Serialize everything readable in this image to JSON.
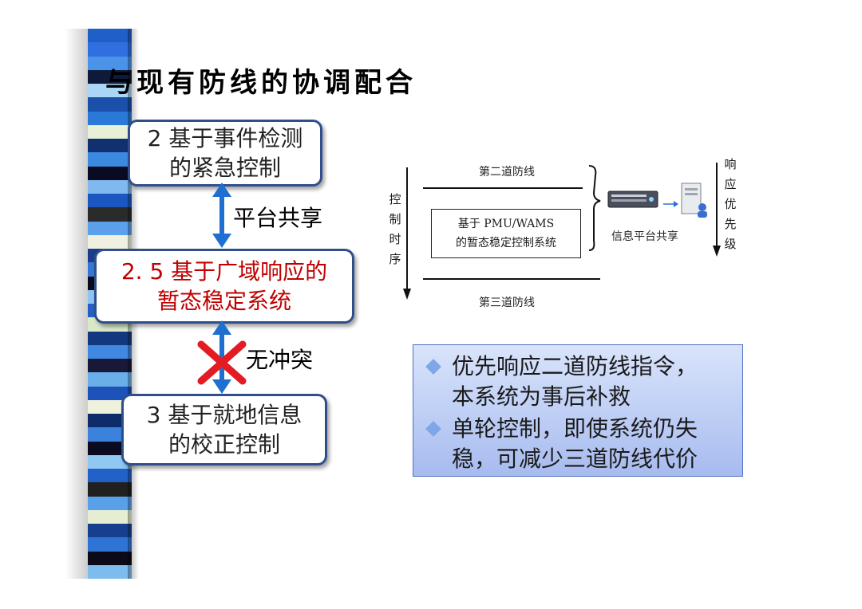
{
  "title": "与现有防线的协调配合",
  "stripe_colors": [
    "#1f5fc8",
    "#2f6fe0",
    "#4a93e8",
    "#0f1a3a",
    "#a9d6f5",
    "#1a4faa",
    "#2a78d8",
    "#e8f0d8",
    "#103070",
    "#3c8ae0",
    "#0a0a22",
    "#7fb9ee",
    "#1c56c0",
    "#2b2b2b",
    "#5aa0ea",
    "#f0f0e0",
    "#1a3c8a",
    "#3278d4",
    "#0a0a1a",
    "#8cc4f2",
    "#245fc4",
    "#d8e8c8",
    "#143880",
    "#4088e0",
    "#181838",
    "#6aaeea",
    "#1d52b8",
    "#eef2dc",
    "#0f2c6a",
    "#3a82dc",
    "#0a0a20",
    "#90c8f2",
    "#2262c8",
    "#202020",
    "#58a0e8",
    "#e6eed2",
    "#16408e",
    "#2f74d4",
    "#0a0a18",
    "#7cbcee"
  ],
  "boxes": {
    "event": {
      "line1": "2 基于事件检测",
      "line2": "的紧急控制"
    },
    "wide": {
      "prefix": "2. 5",
      "line1": " 基于广域响应的",
      "line2": "暂态稳定系统"
    },
    "local": {
      "line1": "3 基于就地信息",
      "line2": "的校正控制"
    }
  },
  "labels": {
    "platform_share": "平台共享",
    "no_conflict": "无冲突"
  },
  "diagram": {
    "second_line": "第二道防线",
    "third_line": "第三道防线",
    "system_line1": "基于 PMU/WAMS",
    "system_line2": "的暂态稳定控制系统",
    "platform": "信息平台共享",
    "control_timing": [
      "控",
      "制",
      "时",
      "序"
    ],
    "response_priority": [
      "响",
      "应",
      "优",
      "先",
      "级"
    ]
  },
  "bullets": [
    {
      "line1": "优先响应二道防线指令，",
      "line2": "本系统为事后补救"
    },
    {
      "line1": "单轮控制，即使系统仍失",
      "line2": "稳，可减少三道防线代价"
    }
  ],
  "colors": {
    "box_border": "#2f4f8c",
    "red_text": "#c00000",
    "arrow_blue": "#1f6fd0",
    "cross_red": "#e31b23"
  }
}
